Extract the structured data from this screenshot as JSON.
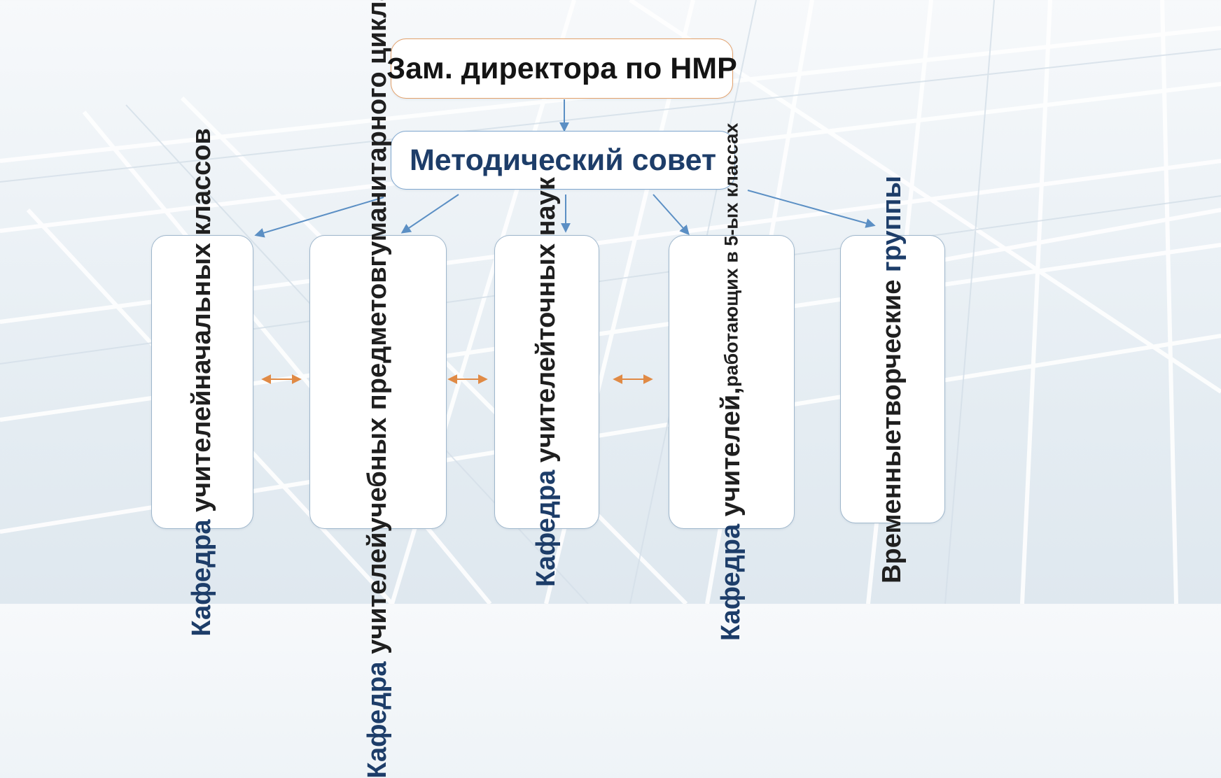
{
  "top_box": {
    "label": "Зам. директора по НМР"
  },
  "council": {
    "label": "Методический совет"
  },
  "departments": [
    {
      "line1_highlight": "Кафедра",
      "line1_rest": " учителей",
      "line2": "начальных классов"
    },
    {
      "line1_highlight": "Кафедра",
      "line1_rest": " учителей",
      "line2": "учебных предметов",
      "line3": "гуманитарного цикла"
    },
    {
      "line1_highlight": "Кафедра",
      "line1_rest": " учителей",
      "line2": "точных наук"
    },
    {
      "line1_highlight": "Кафедра",
      "line1_rest": " учителей,",
      "line2": "работающих в 5-ых классах"
    },
    {
      "line1": "Временные",
      "line2_rest": "творческие ",
      "line2_highlight": "группы"
    }
  ],
  "colors": {
    "accent_blue": "#1d3d69",
    "arrow_blue": "#5b8fc4",
    "arrow_orange": "#e08a45",
    "top_border": "#e3a16b"
  }
}
